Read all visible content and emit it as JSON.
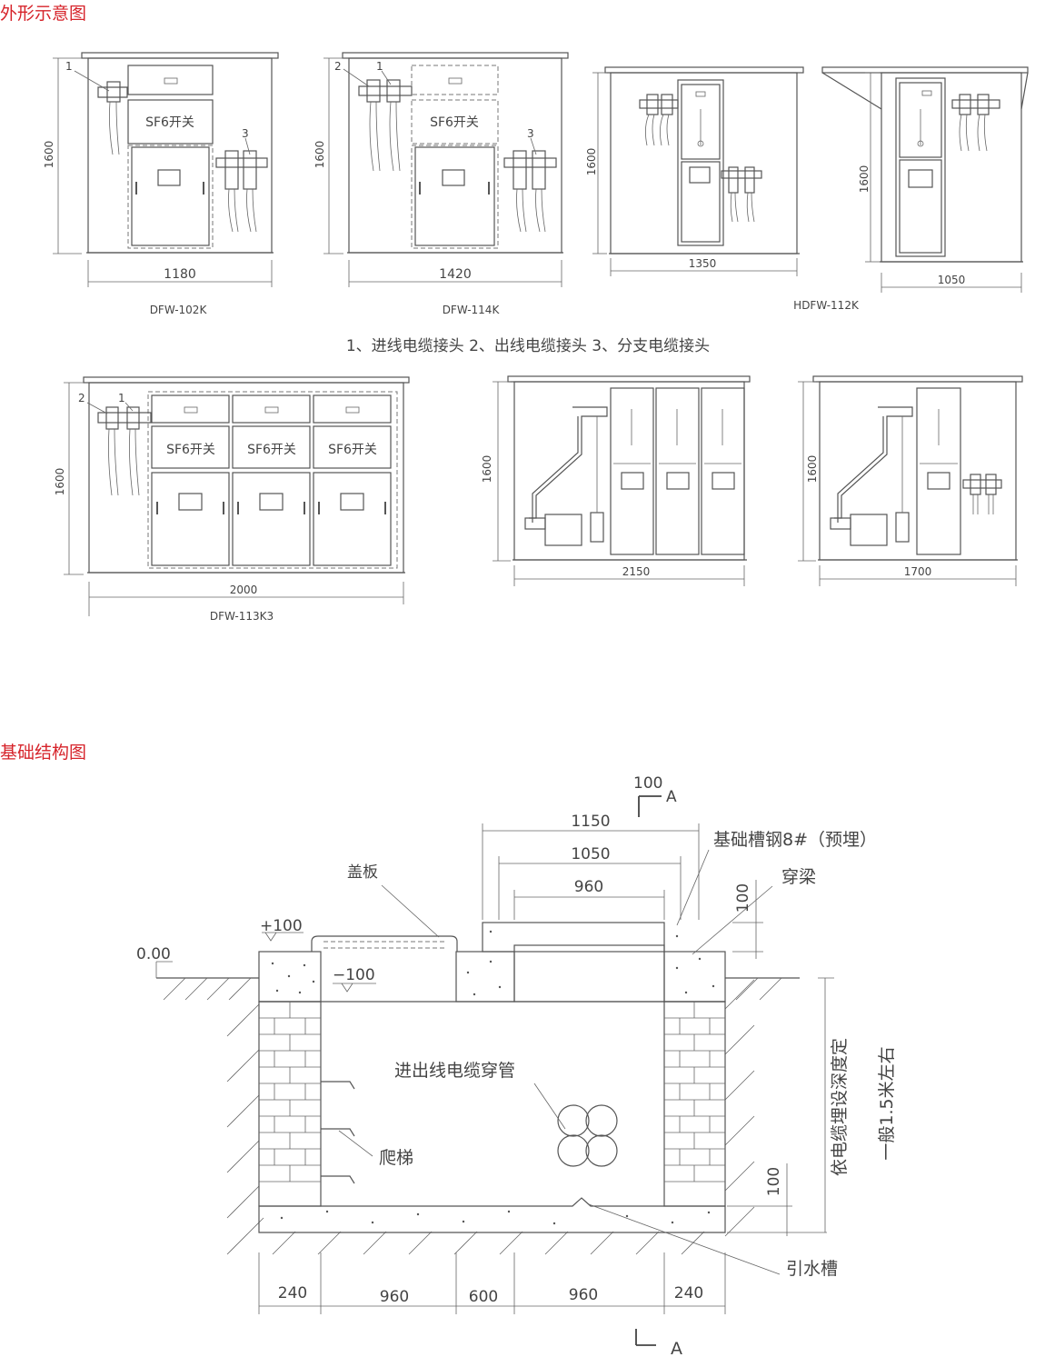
{
  "sections": {
    "appearance_title": "外形示意图",
    "foundation_title": "基础结构图"
  },
  "colors": {
    "title": "#d6232a",
    "line": "#555555"
  },
  "appearance": {
    "dfw102k": {
      "model": "DFW-102K",
      "width": "1180",
      "height": "1600",
      "panel_label": "SF6开关",
      "callout_1": "1",
      "callout_3": "3"
    },
    "dfw114k": {
      "model": "DFW-114K",
      "width": "1420",
      "height": "1600",
      "panel_label": "SF6开关",
      "callout_2": "2",
      "callout_1": "1",
      "callout_3": "3"
    },
    "hdfw112k": {
      "model": "HDFW-112K",
      "width_a": "1350",
      "height_a": "1600",
      "width_b": "1050",
      "height_b": "1600"
    },
    "legend": "1、进线电缆接头   2、出线电缆接头   3、分支电缆接头",
    "dfw113k3": {
      "model": "DFW-113K3",
      "width": "2000",
      "height": "1600",
      "panel_label_1": "SF6开关",
      "panel_label_2": "SF6开关",
      "panel_label_3": "SF6开关",
      "callout_2": "2",
      "callout_1": "1"
    },
    "cab2150": {
      "width": "2150",
      "height": "1600"
    },
    "cab1700": {
      "width": "1700",
      "height": "1600"
    }
  },
  "foundation": {
    "dim_100_top": "100",
    "section_mark_top": "A",
    "dim_1150": "1150",
    "dim_1050": "1050",
    "dim_960_top": "960",
    "label_channel_steel": "基础槽钢8#（预埋）",
    "label_cover_plate": "盖板",
    "label_beam": "穿梁",
    "label_plus100": "+100",
    "label_zero": "0.00",
    "label_minus100": "−100",
    "dim_100_right": "100",
    "label_cable_conduit": "进出线电缆穿管",
    "label_ladder": "爬梯",
    "label_depth_1": "依电缆埋设深度定",
    "label_depth_2": "一般1.5米左右",
    "dim_100_bottom_right": "100",
    "label_drain": "引水槽",
    "bottom_dims": [
      "240",
      "960",
      "600",
      "960",
      "240"
    ],
    "section_mark_bottom": "A"
  }
}
